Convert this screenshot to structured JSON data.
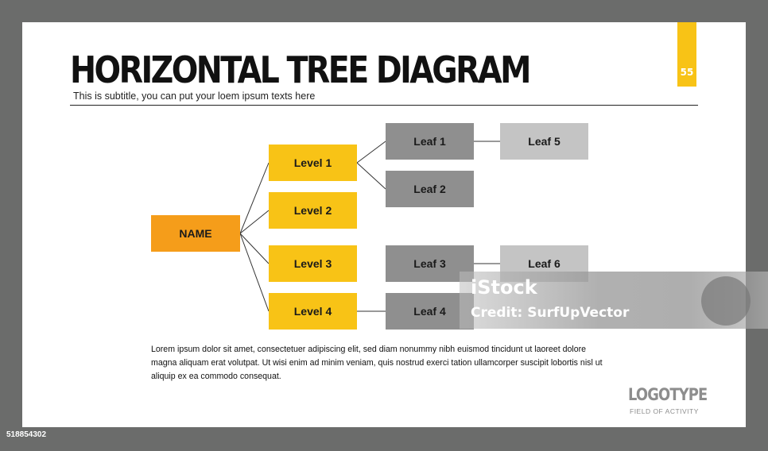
{
  "slide": {
    "title": "HORIZONTAL TREE DIAGRAM",
    "subtitle": "This is subtitle, you can put your loem ipsum texts here",
    "page_number": "55",
    "body": "Lorem ipsum dolor sit amet, consectetuer adipiscing elit, sed diam nonummy nibh euismod tincidunt ut laoreet dolore magna aliquam erat volutpat. Ut wisi enim ad minim veniam, quis nostrud exerci tation ullamcorper suscipit lobortis nisl ut aliquip ex ea commodo consequat."
  },
  "tree": {
    "root": "NAME",
    "levels": [
      "Level 1",
      "Level 2",
      "Level 3",
      "Level 4"
    ],
    "leaves": [
      "Leaf 1",
      "Leaf 2",
      "Leaf 3",
      "Leaf 4",
      "Leaf 5",
      "Leaf 6"
    ]
  },
  "branding": {
    "logo": "LOGOTYPE",
    "logo_sub": "FIELD OF ACTIVITY"
  },
  "watermark": {
    "brand": "iStock",
    "credit": "Credit: SurfUpVector",
    "image_id": "518854302"
  },
  "colors": {
    "root": "#f59d1a",
    "level": "#f8c316",
    "leaf": "#8f8f8f",
    "leaf_light": "#c4c4c4",
    "frame": "#6b6c6b"
  }
}
